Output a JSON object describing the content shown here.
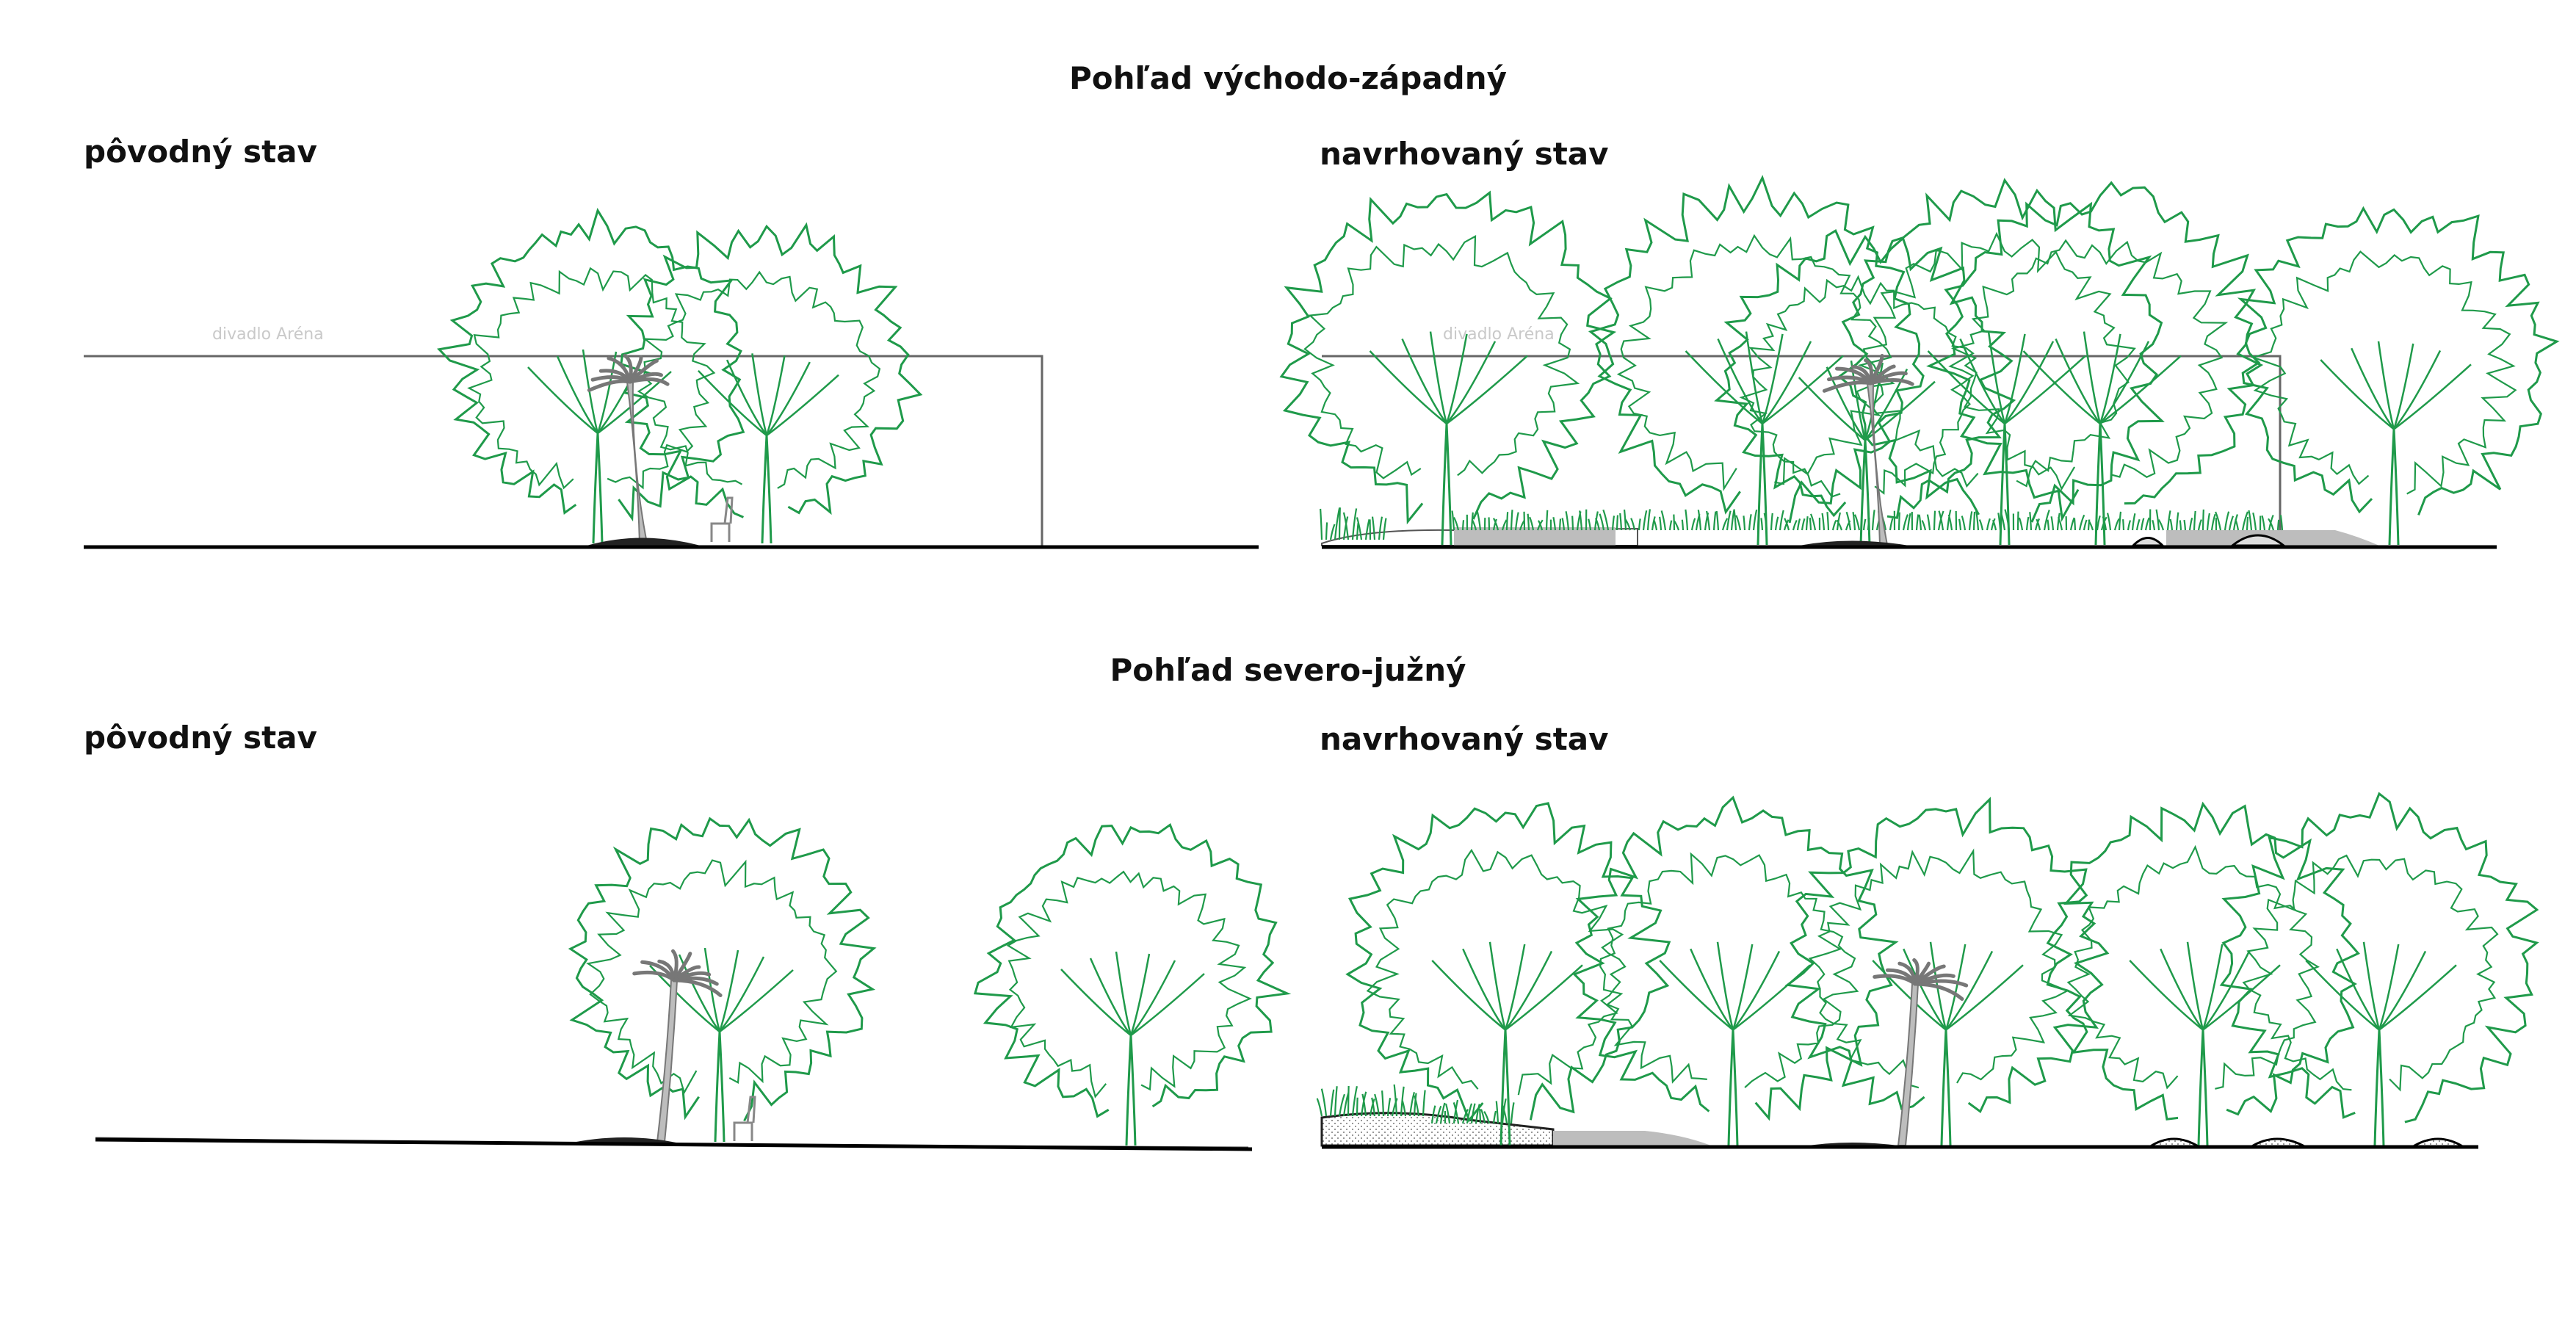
{
  "sections": [
    {
      "title": "Pohľad východo-západný",
      "left_label": "pôvodný stav",
      "right_label": "navrhovaný stav",
      "building_label": "divadlo Aréna"
    },
    {
      "title": "Pohľad severo-južný",
      "left_label": "pôvodný stav",
      "right_label": "navrhovaný stav"
    }
  ],
  "colors": {
    "tree": "#1f9a4a",
    "ground": "#000000",
    "building": "#666666",
    "paving": "#bdbdbd",
    "palm": "#777777"
  }
}
